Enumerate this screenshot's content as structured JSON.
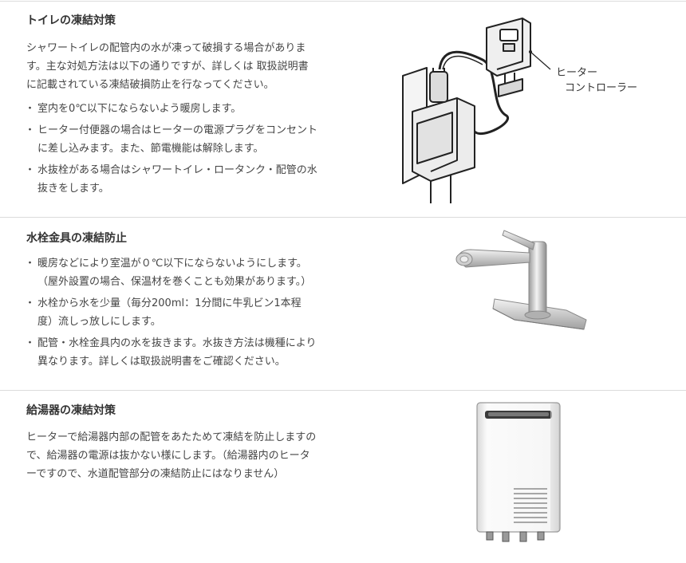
{
  "sections": [
    {
      "title": "トイレの凍結対策",
      "intro_lines": [
        "シャワートイレの配管内の水が凍って破損する場合がありま",
        "す。主な対処方法は以下の通りですが、詳しくは 取扱説明書",
        "に記載されている凍結破損防止を行なってください。"
      ],
      "bullets": [
        [
          "室内を0℃以下にならないよう暖房します。"
        ],
        [
          "ヒーター付便器の場合はヒーターの電源プラグをコンセント",
          "に差し込みます。また、節電機能は解除します。"
        ],
        [
          "水抜栓がある場合はシャワートイレ・ロータンク・配管の水",
          "抜きをします。"
        ]
      ],
      "image_label_lines": [
        "ヒーター",
        "コントローラー"
      ]
    },
    {
      "title": "水栓金具の凍結防止",
      "bullets": [
        [
          "暖房などにより室温が０℃以下にならないようにします。",
          "（屋外設置の場合、保温材を巻くことも効果があります。）"
        ],
        [
          "水栓から水を少量（毎分200ml：1分間に牛乳ビン1本程",
          "度）流しっ放しにします。"
        ],
        [
          "配管・水栓金具内の水を抜きます。水抜き方法は機種により",
          "異なります。詳しくは取扱説明書をご確認ください。"
        ]
      ]
    },
    {
      "title": "給湯器の凍結対策",
      "intro_lines": [
        "ヒーターで給湯器内部の配管をあたためて凍結を防止しますの",
        "で、給湯器の電源は抜かない様にします。（給湯器内のヒータ",
        "ーですので、水道配管部分の凍結防止にはなりません）"
      ]
    }
  ],
  "illustrations": {
    "toilet": "heater-controller-illustration",
    "faucet": "kitchen-faucet-illustration",
    "heater": "water-heater-illustration"
  }
}
